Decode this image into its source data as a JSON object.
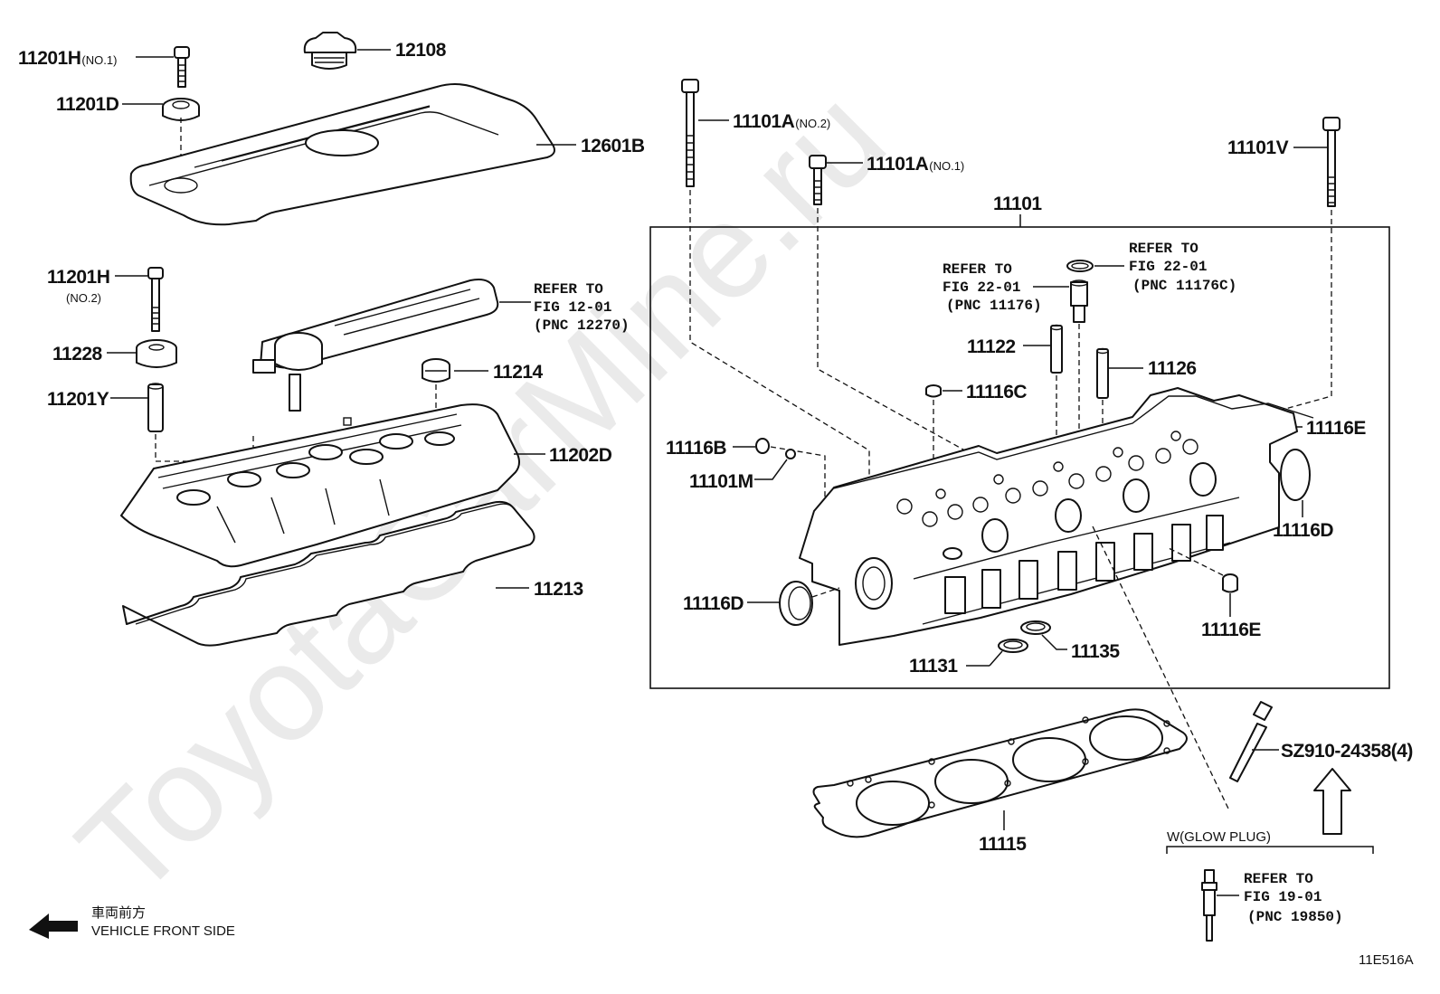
{
  "watermark": "ToyotaCarMine.ru",
  "figure_code": "11E516A",
  "front_side": {
    "jp": "車両前方",
    "en": "VEHICLE FRONT SIDE"
  },
  "labels": {
    "p11201H_1": {
      "pn": "11201H",
      "sub": "(NO.1)"
    },
    "p12108": {
      "pn": "12108"
    },
    "p11201D": {
      "pn": "11201D"
    },
    "p12601B": {
      "pn": "12601B"
    },
    "p11201H_2": {
      "pn": "11201H",
      "sub": "(NO.2)"
    },
    "p11228": {
      "pn": "11228"
    },
    "p11201Y": {
      "pn": "11201Y"
    },
    "p11214": {
      "pn": "11214"
    },
    "p11202D": {
      "pn": "11202D"
    },
    "p11213": {
      "pn": "11213"
    },
    "p11101A_2": {
      "pn": "11101A",
      "sub": "(NO.2)"
    },
    "p11101A_1": {
      "pn": "11101A",
      "sub": "(NO.1)"
    },
    "p11101V": {
      "pn": "11101V"
    },
    "p11101": {
      "pn": "11101"
    },
    "p11122": {
      "pn": "11122"
    },
    "p11116C": {
      "pn": "11116C"
    },
    "p11126": {
      "pn": "11126"
    },
    "p11116E_top": {
      "pn": "11116E"
    },
    "p11116B": {
      "pn": "11116B"
    },
    "p11101M": {
      "pn": "11101M"
    },
    "p11116D_right": {
      "pn": "11116D"
    },
    "p11116D_left": {
      "pn": "11116D"
    },
    "p11116E_bottom": {
      "pn": "11116E"
    },
    "p11131": {
      "pn": "11131"
    },
    "p11135": {
      "pn": "11135"
    },
    "p11115": {
      "pn": "11115"
    },
    "pSZ910": {
      "pn": "SZ910-24358(4)"
    }
  },
  "refs": {
    "fig12": [
      "REFER TO",
      "FIG 12-01",
      "(PNC 12270)"
    ],
    "fig22a": [
      "REFER TO",
      "FIG 22-01",
      "(PNC 11176)"
    ],
    "fig22b": [
      "REFER TO",
      "FIG 22-01",
      "(PNC 11176C)"
    ],
    "fig19": [
      "REFER TO",
      "FIG 19-01",
      "(PNC 19850)"
    ]
  },
  "glow_plug_label": "W(GLOW PLUG)"
}
